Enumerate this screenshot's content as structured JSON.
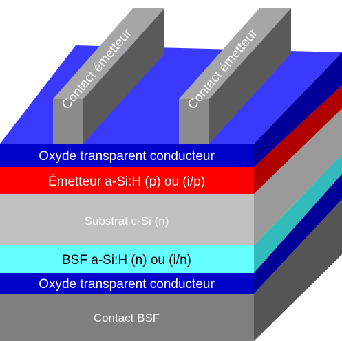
{
  "layers": {
    "top_tco": {
      "label": "Oxyde transparent conducteur",
      "color": "#0000c8"
    },
    "emitter": {
      "label": "Émetteur  a-Si:H (p) ou (i/p)",
      "color": "#ff0000"
    },
    "substrate": {
      "label": "Substrat c-Si (n)",
      "color": "#c0c0c0"
    },
    "bsf": {
      "label": "BSF  a-Si:H (n) ou (i/n)",
      "color": "#66ffff"
    },
    "bottom_tco": {
      "label": "Oxyde transparent conducteur",
      "color": "#0000c8"
    },
    "contact_bsf": {
      "label": "Contact BSF",
      "color": "#7f7f7f"
    }
  },
  "top_surface_color": "#3a3aff",
  "contacts": [
    {
      "label": "Contact émetteur"
    },
    {
      "label": "Contact émetteur"
    }
  ]
}
